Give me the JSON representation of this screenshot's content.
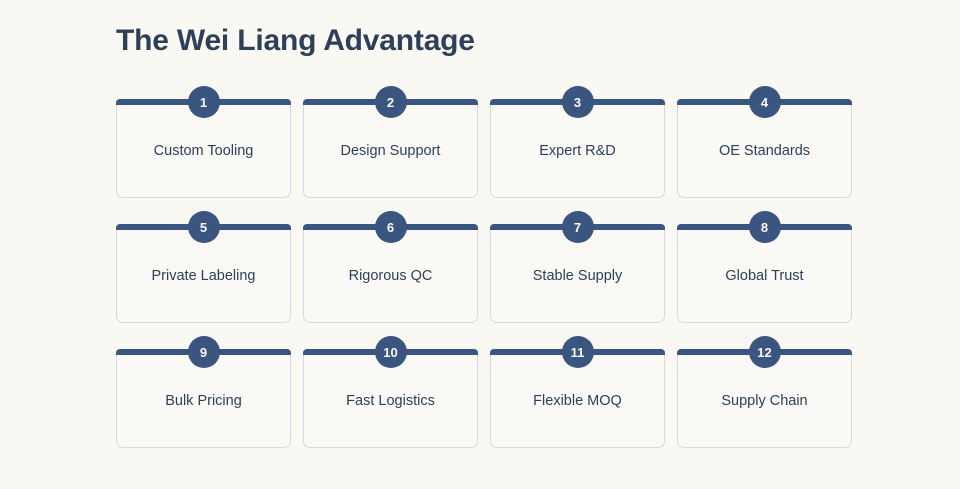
{
  "page": {
    "title": "The Wei Liang Advantage",
    "background_color": "#FAF8F3",
    "accent_color": "#3A5580",
    "text_color": "#2E4059",
    "card_background": "#FBF9F6",
    "card_border_color": "#D3D8E2"
  },
  "cards": [
    {
      "number": "1",
      "label": "Custom Tooling"
    },
    {
      "number": "2",
      "label": "Design Support"
    },
    {
      "number": "3",
      "label": "Expert R&D"
    },
    {
      "number": "4",
      "label": "OE Standards"
    },
    {
      "number": "5",
      "label": "Private Labeling"
    },
    {
      "number": "6",
      "label": "Rigorous QC"
    },
    {
      "number": "7",
      "label": "Stable Supply"
    },
    {
      "number": "8",
      "label": "Global Trust"
    },
    {
      "number": "9",
      "label": "Bulk Pricing"
    },
    {
      "number": "10",
      "label": "Fast Logistics"
    },
    {
      "number": "11",
      "label": "Flexible MOQ"
    },
    {
      "number": "12",
      "label": "Supply Chain"
    }
  ]
}
